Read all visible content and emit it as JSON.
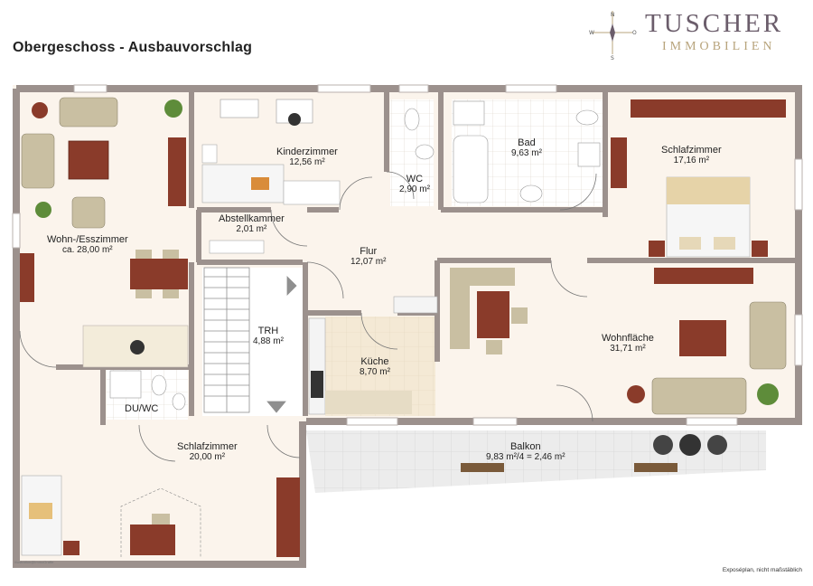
{
  "title": "Obergeschoss - Ausbauvorschlag",
  "brand": {
    "name": "TUSCHER",
    "sub": "IMMOBILIEN",
    "compass": [
      "N",
      "W",
      "O",
      "S"
    ]
  },
  "rooms": [
    {
      "key": "wohnen",
      "name": "Wohn-/Esszimmer",
      "area": "ca. 28,00 m²"
    },
    {
      "key": "kinder",
      "name": "Kinderzimmer",
      "area": "12,56 m²"
    },
    {
      "key": "abstell",
      "name": "Abstellkammer",
      "area": "2,01 m²"
    },
    {
      "key": "wc",
      "name": "WC",
      "area": "2,90 m²"
    },
    {
      "key": "bad",
      "name": "Bad",
      "area": "9,63 m²"
    },
    {
      "key": "schlaf1",
      "name": "Schlafzimmer",
      "area": "17,16 m²"
    },
    {
      "key": "flur",
      "name": "Flur",
      "area": "12,07 m²"
    },
    {
      "key": "trh",
      "name": "TRH",
      "area": "4,88 m²"
    },
    {
      "key": "kueche",
      "name": "Küche",
      "area": "8,70 m²"
    },
    {
      "key": "wohnfl",
      "name": "Wohnfläche",
      "area": "31,71 m²"
    },
    {
      "key": "duwc",
      "name": "DU/WC",
      "area": ""
    },
    {
      "key": "schlaf2",
      "name": "Schlafzimmer",
      "area": "20,00 m²"
    },
    {
      "key": "balkon",
      "name": "Balkon",
      "area": "9,83 m²/4 = 2,46 m²"
    }
  ],
  "note": "Exposéplan, nicht maßstäblich",
  "credit": "Illustration@ImmoGraffe",
  "colors": {
    "wall": "#9a8f8c",
    "floor": "#faf4ec",
    "tile": "#f2ead8",
    "wood": "#8a3b2a",
    "sofa": "#c9bfa2"
  }
}
